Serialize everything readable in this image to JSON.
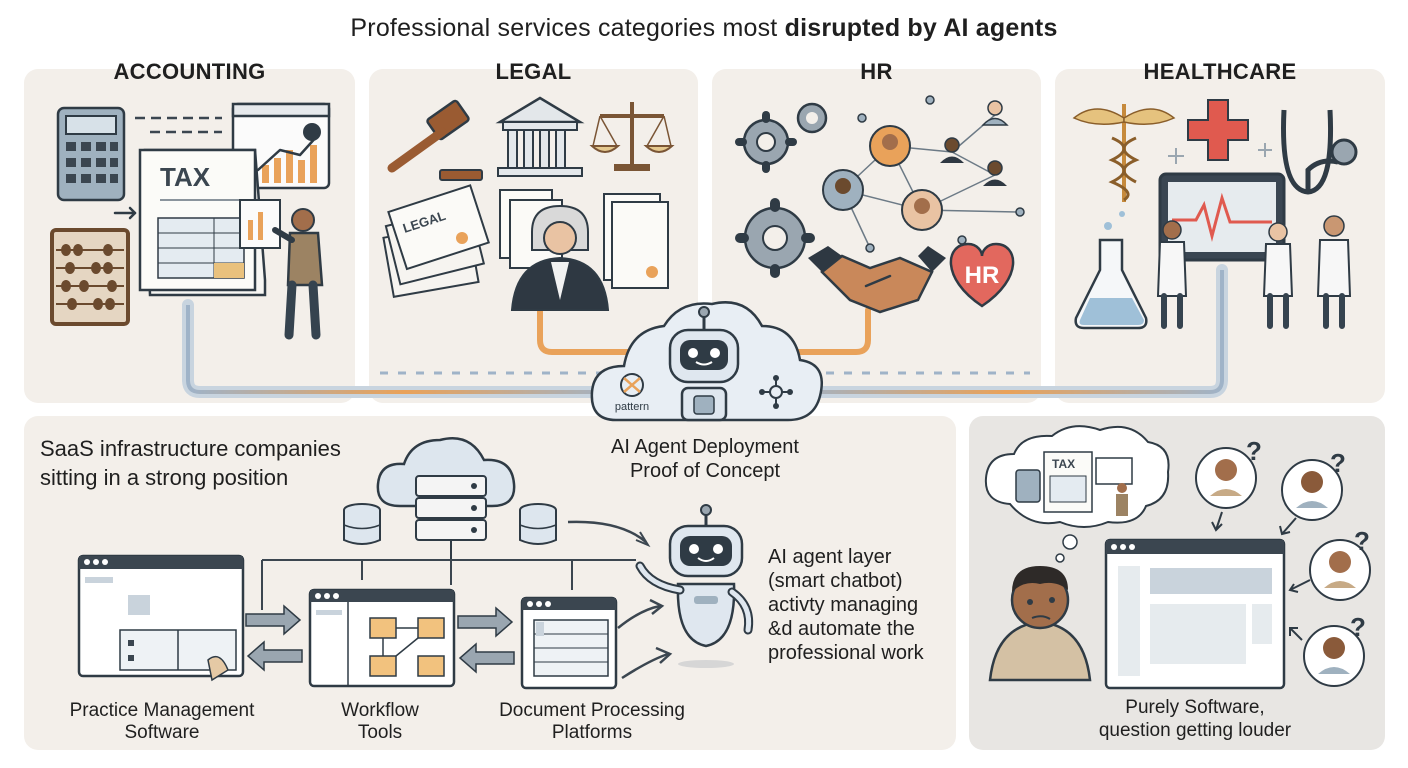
{
  "title": {
    "prefix": "Professional services categories most ",
    "emphasis": "disrupted by AI agents"
  },
  "categories": [
    {
      "name": "ACCOUNTING",
      "icons": [
        "calculator-icon",
        "tax-document-icon",
        "abacus-icon",
        "chart-screen-icon",
        "accountant-icon"
      ],
      "tax_text": "TAX"
    },
    {
      "name": "LEGAL",
      "icons": [
        "gavel-icon",
        "courthouse-icon",
        "scales-icon",
        "legal-documents-icon",
        "judge-icon"
      ],
      "legal_text": "LEGAL"
    },
    {
      "name": "HR",
      "icons": [
        "gear-icon",
        "people-network-icon",
        "handshake-icon",
        "heart-icon"
      ],
      "heart_text": "HR"
    },
    {
      "name": "HEALTHCARE",
      "icons": [
        "caduceus-icon",
        "red-cross-icon",
        "stethoscope-icon",
        "heart-monitor-icon",
        "flask-icon",
        "doctors-icon"
      ]
    }
  ],
  "center": {
    "cloud_badge": "pattern",
    "title": "AI Agent Deployment",
    "subtitle": "Proof of Concept"
  },
  "saas": {
    "heading_line1": "SaaS infrastructure companies",
    "heading_line2": "sitting in a strong position",
    "tools": [
      {
        "line1": "Practice Management",
        "line2": "Software"
      },
      {
        "line1": "Workflow",
        "line2": "Tools"
      },
      {
        "line1": "Document Processing",
        "line2": "Platforms"
      }
    ],
    "agent_text": [
      "AI agent layer",
      "(smart chatbot)",
      "activty managing",
      "&d automate the",
      "professional work"
    ]
  },
  "software": {
    "bubble_tax": "TAX",
    "caption_line1": "Purely Software,",
    "caption_line2": "question getting louder"
  },
  "colors": {
    "panel": "#f3efea",
    "connector": "#9fb3c8",
    "accent_orange": "#e9a25a",
    "robot_body": "#dfe7ef",
    "cross_red": "#e05a4f",
    "heart_red": "#e2685e"
  }
}
